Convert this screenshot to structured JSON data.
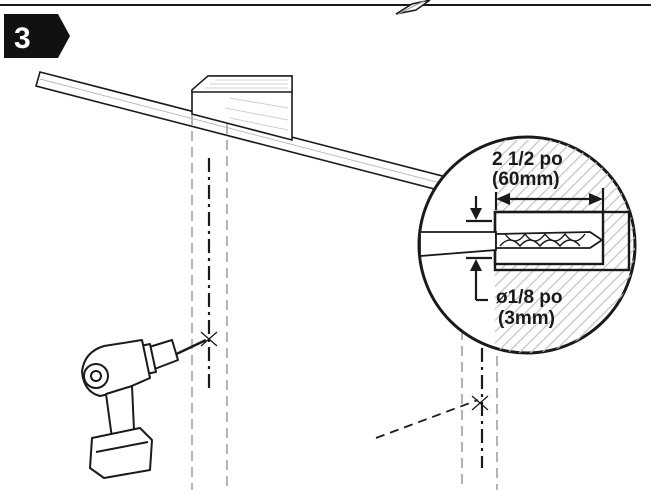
{
  "step": {
    "number": "3"
  },
  "callout": {
    "depth_imperial": "2 1/2 po",
    "depth_metric": "(60mm)",
    "diameter_imperial": "ø1/8 po",
    "diameter_metric": "(3mm)"
  },
  "colors": {
    "ink": "#1a1a1a",
    "badge": "#111111",
    "dash": "#9a9a9a",
    "hatch": "#bdbdbd",
    "background": "#ffffff"
  },
  "icons": [
    "drill-icon",
    "drill-bit-icon",
    "crosshair-icon"
  ]
}
